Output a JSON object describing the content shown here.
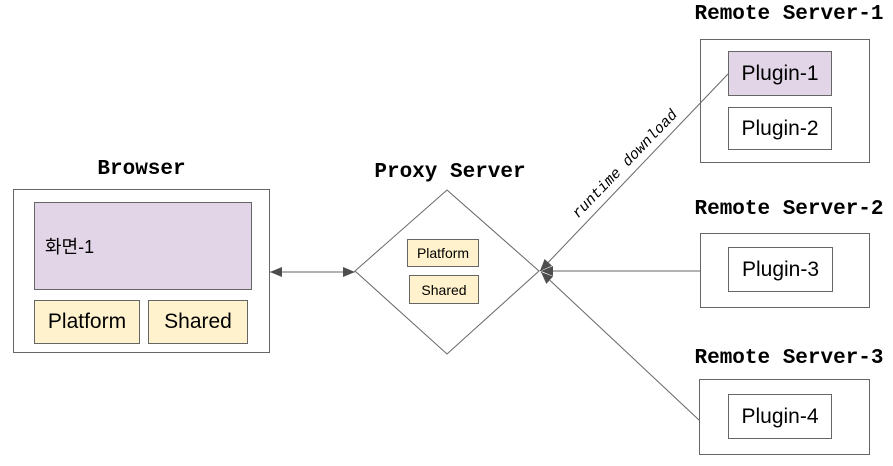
{
  "diagram": {
    "browser": {
      "title": "Browser",
      "screen_label": "화면-1",
      "modules": [
        {
          "label": "Platform"
        },
        {
          "label": "Shared"
        }
      ]
    },
    "proxy": {
      "title": "Proxy Server",
      "modules": [
        {
          "label": "Platform"
        },
        {
          "label": "Shared"
        }
      ]
    },
    "remote_servers": [
      {
        "title": "Remote Server-1",
        "plugins": [
          {
            "label": "Plugin-1",
            "highlighted": true
          },
          {
            "label": "Plugin-2",
            "highlighted": false
          }
        ]
      },
      {
        "title": "Remote Server-2",
        "plugins": [
          {
            "label": "Plugin-3",
            "highlighted": false
          }
        ]
      },
      {
        "title": "Remote Server-3",
        "plugins": [
          {
            "label": "Plugin-4",
            "highlighted": false
          }
        ]
      }
    ],
    "edges": {
      "browser_proxy": "bidirectional",
      "runtime_download_label": "runtime download"
    },
    "colors": {
      "highlight_fill": "#e1d5e7",
      "module_fill": "#fff2cc",
      "node_fill": "#ffffff",
      "stroke": "#666666",
      "arrowhead": "#4d4d4d",
      "text": "#000000"
    }
  }
}
